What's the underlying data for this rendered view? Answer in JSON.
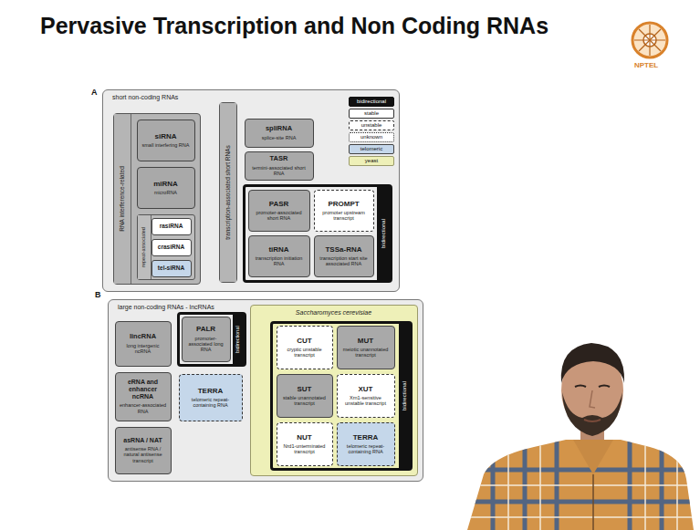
{
  "diagram": {
    "title": "Pervasive Transcription and Non Coding RNAs",
    "nodes": [
      {
        "text": [
          "short non-coding RNAs"
        ]
      },
      {
        "text": [
          "RNA interference-related"
        ],
        "in": 0
      },
      {
        "text": [
          "siRNA",
          "small interfering RNA"
        ],
        "in": 1
      },
      {
        "text": [
          "miRNA",
          "microRNA"
        ],
        "in": 1
      },
      {
        "text": [
          "repeat-associated"
        ],
        "in": 1
      },
      {
        "text": [
          "rasiRNA"
        ],
        "in": 4
      },
      {
        "text": [
          "crasiRNA"
        ],
        "in": 4
      },
      {
        "text": [
          "tel-siRNA"
        ],
        "in": 4
      },
      {
        "text": [
          "transcription-associated short RNAs"
        ],
        "in": 0
      },
      {
        "text": [
          "spliRNA",
          "splice-site RNA"
        ],
        "in": 0
      },
      {
        "text": [
          "TASR",
          "termini-associated short RNA"
        ],
        "in": 0
      },
      {
        "text": [
          "bidirectional"
        ],
        "in": 0
      },
      {
        "text": [
          "PASR",
          "promoter-associated short RNA"
        ],
        "in": 11
      },
      {
        "text": [
          "PROMPT",
          "promoter upstream transcript"
        ],
        "in": 11
      },
      {
        "text": [
          "tiRNA",
          "transcription initiation RNA"
        ],
        "in": 11
      },
      {
        "text": [
          "TSSa-RNA",
          "transcription start site associated RNA"
        ],
        "in": 11
      },
      {
        "text": [
          "large non-coding RNAs - lncRNAs"
        ]
      },
      {
        "text": [
          "lincRNA",
          "long intergenic ncRNA"
        ],
        "in": 16
      },
      {
        "text": [
          "eRNA and enhancer ncRNA",
          "enhancer-associated RNA"
        ],
        "in": 16
      },
      {
        "text": [
          "asRNA / NAT",
          "antisense RNA / natural antisense transcript"
        ],
        "in": 16
      },
      {
        "text": [
          "bidirectional"
        ],
        "in": 16
      },
      {
        "text": [
          "PALR",
          "promoter-associated long RNA"
        ],
        "in": 20
      },
      {
        "text": [
          "TERRA",
          "telomeric repeat-containing RNA"
        ],
        "in": 16
      },
      {
        "text": [
          "Saccharomyces cerevisiae"
        ],
        "in": 16
      },
      {
        "text": [
          "bidirectional"
        ],
        "in": 23
      },
      {
        "text": [
          "CUT",
          "cryptic unstable transcript"
        ],
        "in": 24
      },
      {
        "text": [
          "MUT",
          "meiotic unannotated transcript"
        ],
        "in": 24
      },
      {
        "text": [
          "SUT",
          "stable unannotated transcript"
        ],
        "in": 24
      },
      {
        "text": [
          "XUT",
          "Xrn1-sensitive unstable transcript"
        ],
        "in": 24
      },
      {
        "text": [
          "NUT",
          "Nrd1-unterminated transcript"
        ],
        "in": 24
      },
      {
        "text": [
          "TERRA",
          "telomeric repeat-containing RNA"
        ],
        "in": 24
      }
    ],
    "labels": [
      "A",
      "B",
      "NPTEL"
    ],
    "legend": [
      {
        "text": "bidirectional",
        "color": "#111111"
      },
      {
        "text": "stable"
      },
      {
        "text": "unstable"
      },
      {
        "text": "unknown"
      },
      {
        "text": "telomeric",
        "color": "#c5d7ea"
      },
      {
        "text": "yeast",
        "color": "#eef0b8"
      }
    ]
  }
}
